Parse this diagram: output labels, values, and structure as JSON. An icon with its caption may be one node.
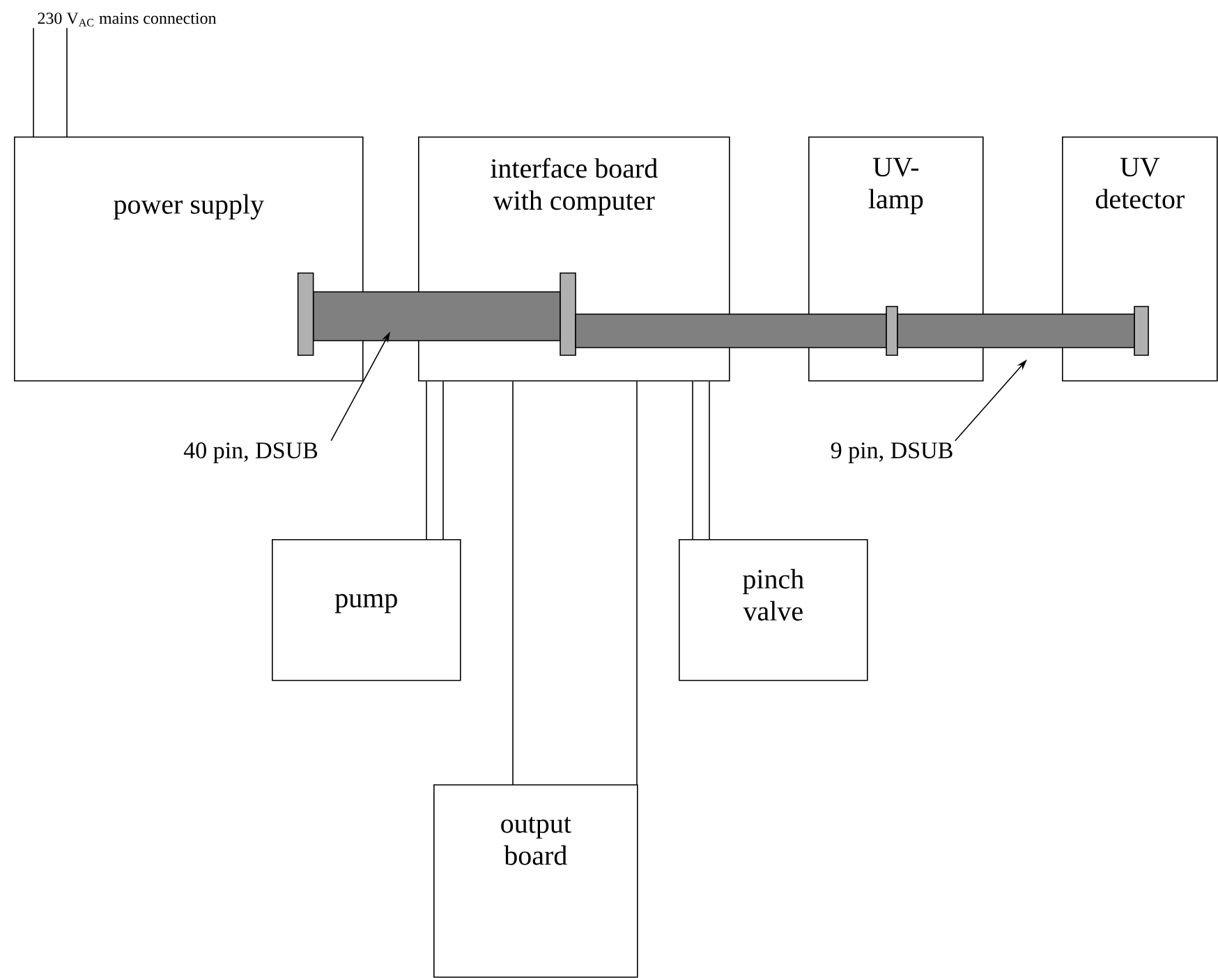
{
  "diagram": {
    "nodes": [
      {
        "text": [
          "230 V$_{AC}$ mains connection"
        ]
      },
      {
        "text": [
          "power supply"
        ]
      },
      {
        "text": [
          "interface board with computer"
        ]
      },
      {
        "text": [
          "UV- lamp"
        ]
      },
      {
        "text": [
          "UV detector"
        ]
      },
      {
        "text": [
          "40 pin, DSUB"
        ]
      },
      {
        "text": [
          "9 pin, DSUB"
        ]
      },
      {
        "text": [
          "pump"
        ]
      },
      {
        "text": [
          "pinch valve"
        ]
      },
      {
        "text": [
          "output board"
        ]
      }
    ],
    "edges": [
      {
        "from": 0,
        "to": 1,
        "arrow": "none"
      },
      {
        "from": 0,
        "to": 1,
        "arrow": "none"
      },
      {
        "from": 1,
        "to": 2,
        "arrow": "other",
        "style": "thick",
        "color": "#808080"
      },
      {
        "from": 2,
        "to": 3,
        "arrow": "other",
        "style": "thick",
        "color": "#808080"
      },
      {
        "from": 3,
        "to": 4,
        "arrow": "other",
        "style": "thick",
        "color": "#808080"
      },
      {
        "from": 2,
        "to": 7,
        "arrow": "none"
      },
      {
        "from": 2,
        "to": 7,
        "arrow": "none"
      },
      {
        "from": 2,
        "to": 9,
        "arrow": "none"
      },
      {
        "from": 2,
        "to": 9,
        "arrow": "none"
      },
      {
        "from": 2,
        "to": 8,
        "arrow": "none"
      },
      {
        "from": 2,
        "to": 8,
        "arrow": "none"
      },
      {
        "from": 5,
        "to": null,
        "arrow": "to"
      },
      {
        "from": 6,
        "to": null,
        "arrow": "to"
      }
    ]
  }
}
